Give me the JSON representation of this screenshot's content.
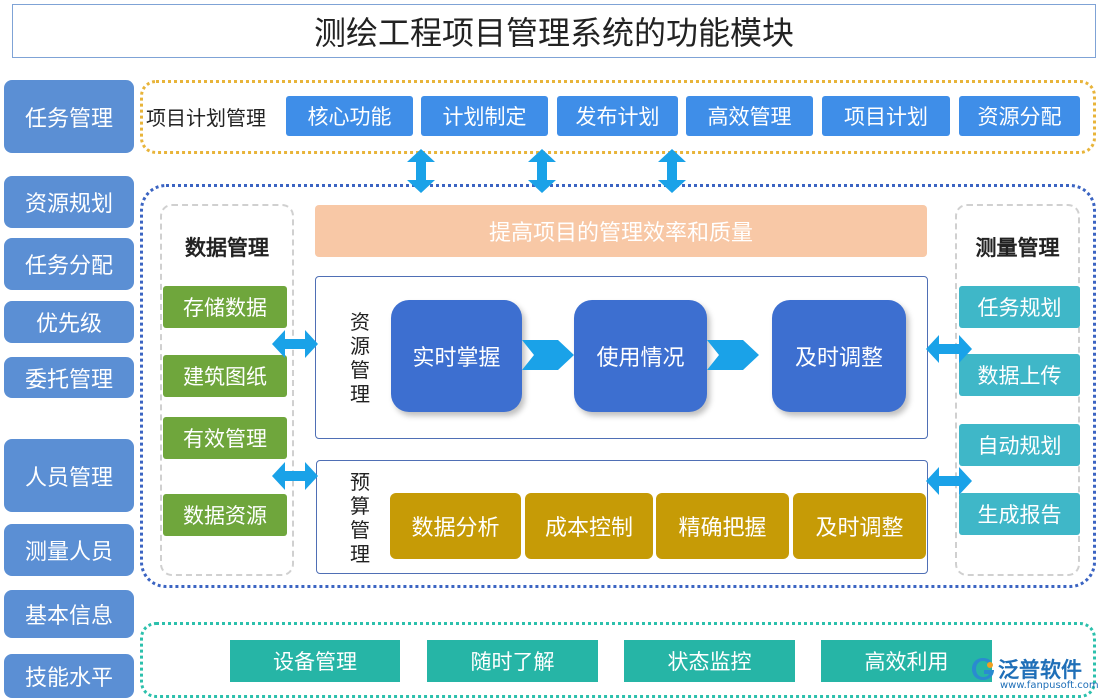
{
  "title": "测绘工程项目管理系统的功能模块",
  "left_column": [
    "任务管理",
    "资源规划",
    "任务分配",
    "优先级",
    "委托管理",
    "人员管理",
    "测量人员",
    "基本信息",
    "技能水平"
  ],
  "project_plan": {
    "label": "项目计划管理",
    "items": [
      "核心功能",
      "计划制定",
      "发布计划",
      "高效管理",
      "项目计划",
      "资源分配"
    ]
  },
  "banner": "提高项目的管理效率和质量",
  "data_management": {
    "title": "数据管理",
    "items": [
      "存储数据",
      "建筑图纸",
      "有效管理",
      "数据资源"
    ]
  },
  "resource_management": {
    "label": "资源管理",
    "steps": [
      "实时掌握",
      "使用情况",
      "及时调整"
    ]
  },
  "budget_management": {
    "label": "预算管理",
    "items": [
      "数据分析",
      "成本控制",
      "精确把握",
      "及时调整"
    ]
  },
  "measurement_management": {
    "title": "测量管理",
    "items": [
      "任务规划",
      "数据上传",
      "自动规划",
      "生成报告"
    ]
  },
  "footer_items": [
    "设备管理",
    "随时了解",
    "状态监控",
    "高效利用"
  ],
  "logo": {
    "name": "泛普软件",
    "url": "www.fanpusoft.com"
  },
  "colors": {
    "left_block": "#5b8fd4",
    "plan_button": "#3f8ee8",
    "green_button": "#6fa63c",
    "teal_button": "#3fb7c8",
    "banner": "#f8c8a6",
    "resource_button": "#3d6fd0",
    "budget_button": "#c69b06",
    "footer_button": "#26b5a6",
    "arrow": "#1aa2e8"
  }
}
